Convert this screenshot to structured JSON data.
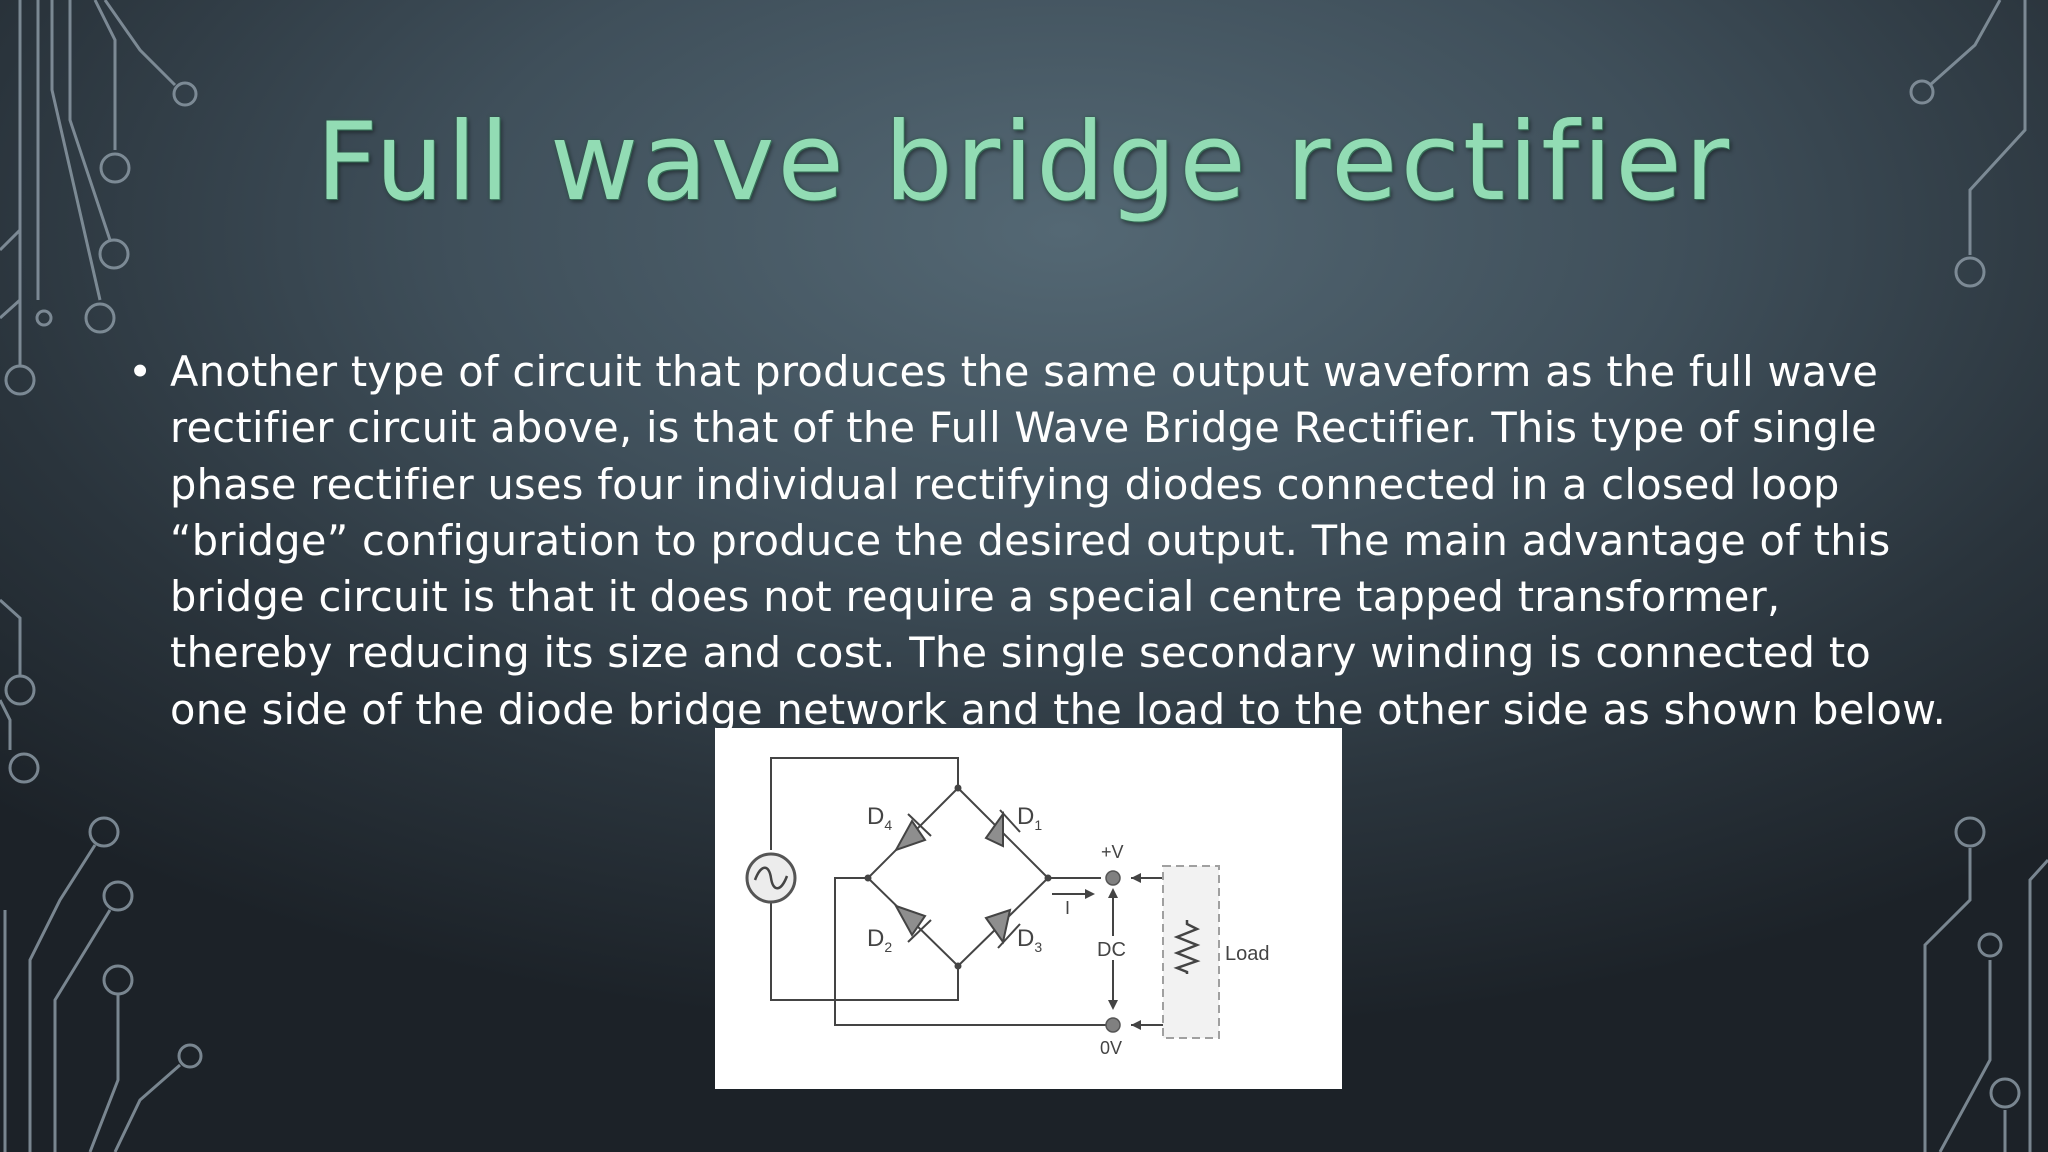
{
  "slide": {
    "title": "Full wave bridge rectifier",
    "bullet_symbol": "•",
    "body": "Another type of circuit that produces the same output waveform as the full wave rectifier circuit above, is that of the Full Wave Bridge Rectifier. This type of single phase rectifier uses four individual rectifying diodes connected in a closed loop “bridge” configuration to produce the desired output. The main advantage of this bridge circuit is that it does not require a special centre tapped transformer, thereby reducing its size and cost. The single secondary winding is connected to one side of the diode bridge network and the load to the other side as shown below."
  },
  "diagram": {
    "diode_d4": "D",
    "diode_d4_sub": "4",
    "diode_d1": "D",
    "diode_d1_sub": "1",
    "diode_d2": "D",
    "diode_d2_sub": "2",
    "diode_d3": "D",
    "diode_d3_sub": "3",
    "plus_v": "+V",
    "current": "I",
    "dc": "DC",
    "zero_v": "0V",
    "load": "Load"
  },
  "colors": {
    "title": "#92dcb4",
    "circuit_lines": "#8a98a3",
    "background_center": "#546874",
    "background_edge": "#1c2228"
  },
  "icons": [
    "circuit-trace-decoration",
    "ac-source-icon",
    "diode-icon",
    "resistor-icon"
  ]
}
